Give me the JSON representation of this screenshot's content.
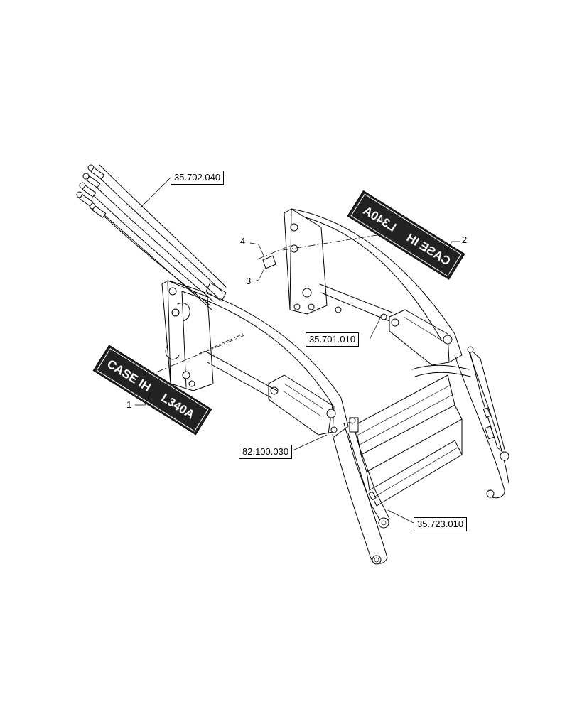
{
  "references": {
    "hoses": "35.702.040",
    "valve": "35.701.010",
    "frame": "82.100.030",
    "cylinder": "35.723.010"
  },
  "callouts": {
    "c1": "1",
    "c2": "2",
    "c3": "3",
    "c4": "4"
  },
  "decal": {
    "brand": "CASE IH",
    "model": "L340A"
  }
}
